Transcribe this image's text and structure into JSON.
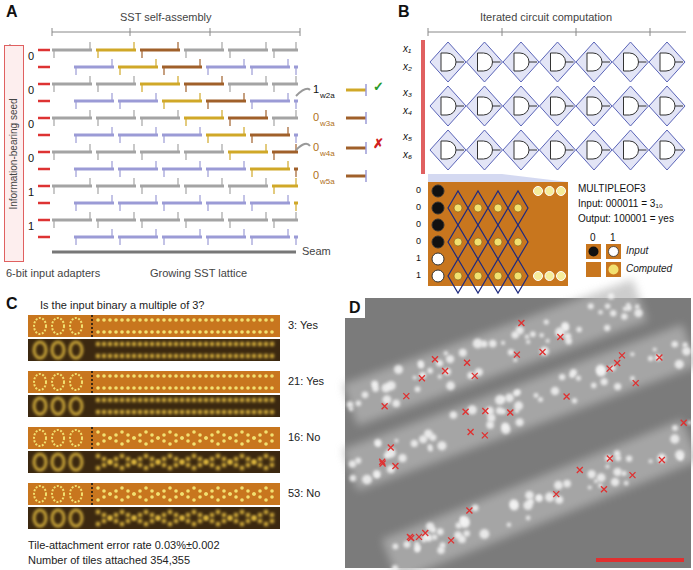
{
  "diagram": {
    "nodes": [
      {
        "text": [
          "Information-bearing seed"
        ]
      }
    ],
    "labels": [
      "A",
      "SST self-assembly",
      "0",
      "0",
      "0",
      "0",
      "1",
      "1",
      "1",
      "w2a",
      "✓",
      "0",
      "w3a",
      "0",
      "w4a",
      "✗",
      "0",
      "w5a",
      "Seam",
      "6-bit input adapters",
      "Growing SST lattice",
      "B",
      "Iterated circuit computation",
      "x₁",
      "x₂",
      "x₃",
      "x₄",
      "x₅",
      "x₆",
      "0",
      "0",
      "0",
      "0",
      "1",
      "1",
      "MULTIPLEOF3",
      "Input: 000011 = 3₁₀",
      "Output: 100001 = yes",
      "0",
      "1",
      "C",
      "Is the input binary a multiple of 3?",
      "3: Yes",
      "21: Yes",
      "16: No",
      "53: No",
      "Tile-attachment error rate 0.03%±0.002",
      "Number of tiles attached 354,355",
      "D"
    ],
    "legend": [
      {
        "text": "Input"
      },
      {
        "text": "Computed"
      }
    ]
  }
}
